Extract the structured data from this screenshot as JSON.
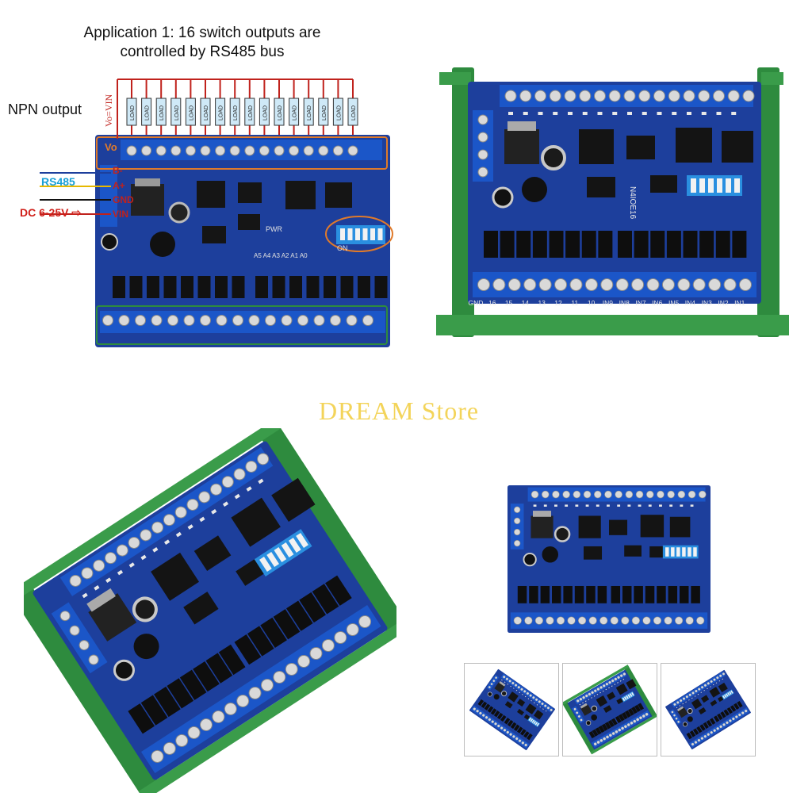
{
  "diagram": {
    "caption_line1": "Application 1:  16 switch outputs are",
    "caption_line2": "controlled by RS485 bus",
    "npn_label": "NPN output",
    "vo_label": "Vo=VIN",
    "vo_pin": "Vo",
    "load_label": "LOAD",
    "pins": {
      "b": "B-",
      "a": "A+",
      "gnd": "GND",
      "vin": "VIN"
    },
    "rs485_label": "RS485",
    "dc_label": "DC 6-25V",
    "dip_label": "ON",
    "pwr_label": "PWR",
    "address_labels": "A5 A4 A3 A2 A1 A0"
  },
  "board": {
    "bottom_terminal_labels": [
      "GND",
      "16",
      "15",
      "14",
      "13",
      "12",
      "11",
      "10",
      "IN9",
      "IN8",
      "IN7",
      "IN6",
      "IN5",
      "IN4",
      "IN3",
      "IN2",
      "IN1"
    ],
    "model": "N4IOE16"
  },
  "watermark": "DREAM Store",
  "colors": {
    "pcb": "#1d3f9c",
    "terminal": "#1b56c8",
    "rail": "#2e8b3e",
    "highlight": "#e07a2a",
    "wire_red": "#c0221c",
    "rs485": "#1aa0d6",
    "dc": "#d0201a"
  }
}
